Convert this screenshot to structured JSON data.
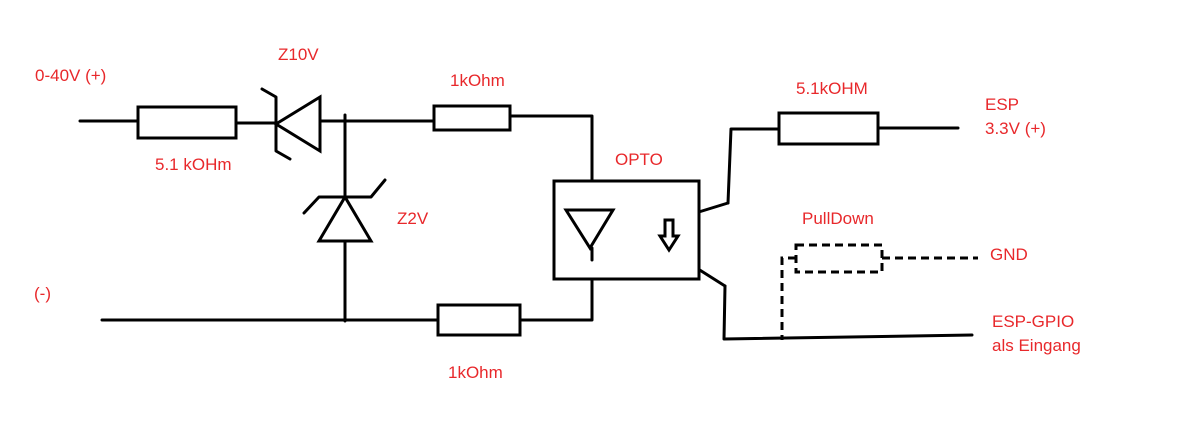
{
  "colors": {
    "wire": "#000000",
    "label": "#e8282b",
    "background": "#ffffff"
  },
  "labels": {
    "input_positive": "0-40V (+)",
    "input_negative": "(-)",
    "series_resistor": "5.1 kOHm",
    "zener_10v": "Z10V",
    "zener_2v": "Z2V",
    "resistor_top": "1kOhm",
    "resistor_bottom": "1kOhm",
    "opto": "OPTO",
    "pullup_resistor": "5.1kOHM",
    "esp_supply_line1": "ESP",
    "esp_supply_line2": "3.3V (+)",
    "pulldown": "PullDown",
    "gnd": "GND",
    "gpio_line1": "ESP-GPIO",
    "gpio_line2": "als Eingang"
  },
  "components": [
    {
      "name": "series-resistor",
      "type": "resistor"
    },
    {
      "name": "zener-z10v",
      "type": "zener-diode"
    },
    {
      "name": "zener-z2v",
      "type": "zener-diode"
    },
    {
      "name": "resistor-1k-top",
      "type": "resistor"
    },
    {
      "name": "resistor-1k-bottom",
      "type": "resistor"
    },
    {
      "name": "optocoupler",
      "type": "optocoupler"
    },
    {
      "name": "resistor-5k1-pullup",
      "type": "resistor"
    },
    {
      "name": "resistor-pulldown",
      "type": "resistor",
      "style": "dashed"
    }
  ]
}
